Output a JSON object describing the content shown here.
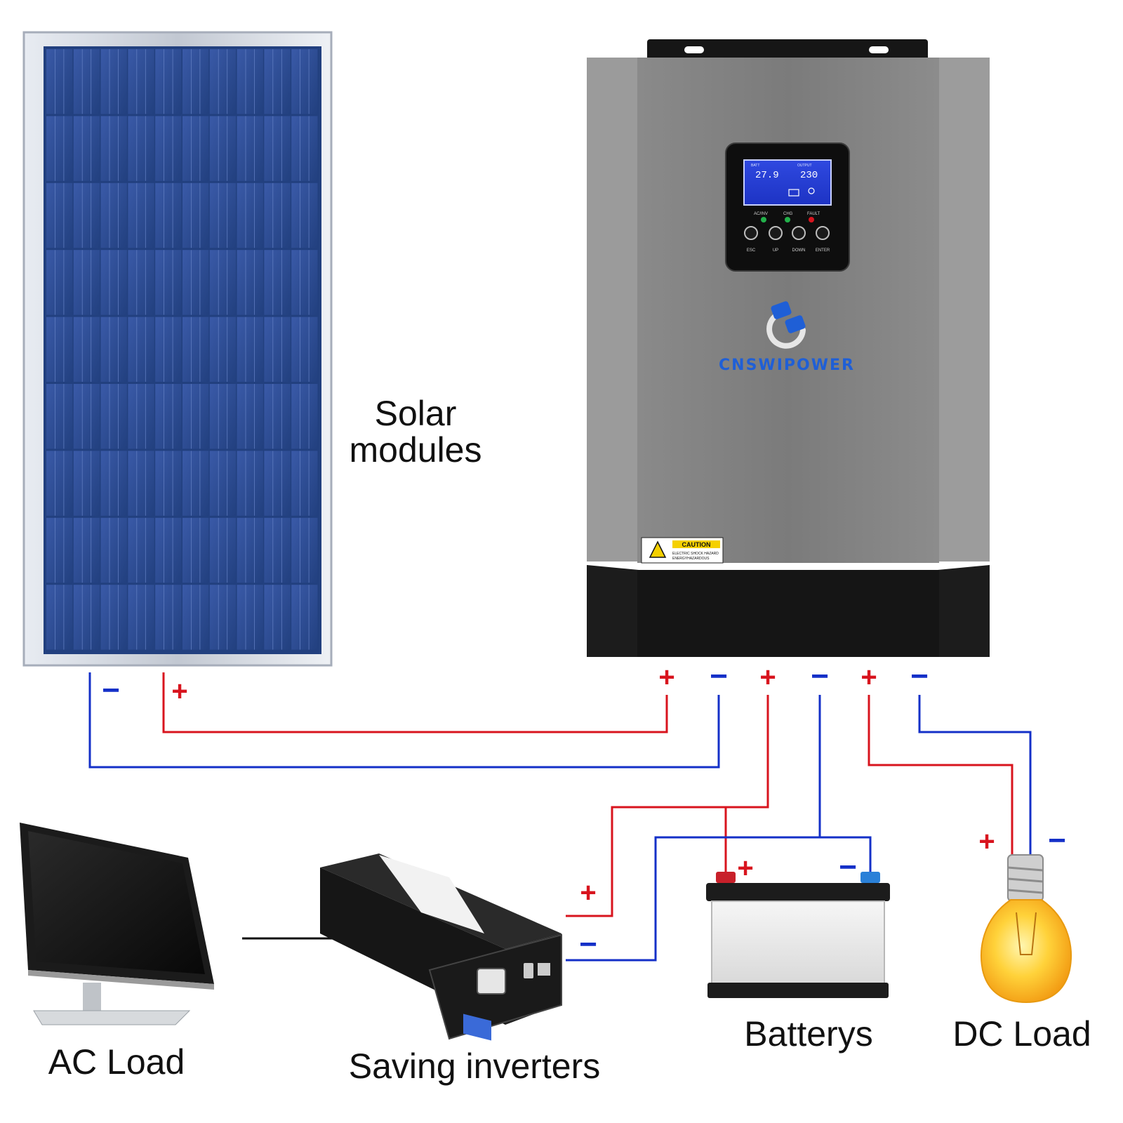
{
  "labels": {
    "solar_line1": "Solar",
    "solar_line2": "modules",
    "ac_load": "AC Load",
    "saving_inverters": "Saving inverters",
    "batterys": "Batterys",
    "dc_load": "DC Load"
  },
  "inverter": {
    "brand": "CNSWIPOWER",
    "lcd_left_title": "BATT",
    "lcd_left_value": "27.9",
    "lcd_right_title": "OUTPUT",
    "lcd_right_value": "230",
    "indicators": [
      "AC/INV",
      "CHG",
      "FAULT"
    ],
    "buttons": [
      "ESC",
      "UP",
      "DOWN",
      "ENTER"
    ],
    "caution_title": "CAUTION",
    "caution_line1": "ELECTRIC SHOCK HAZARD",
    "caution_line2": "ENERGYHAZARDOUS"
  },
  "terminals": {
    "plus": "+",
    "minus": "−"
  },
  "colors": {
    "positive_wire": "#d8141e",
    "negative_wire": "#1430c8",
    "ac_wire": "#111111",
    "inverter_body": "#7f7f7f",
    "solar_cell": "#2a4a96"
  }
}
